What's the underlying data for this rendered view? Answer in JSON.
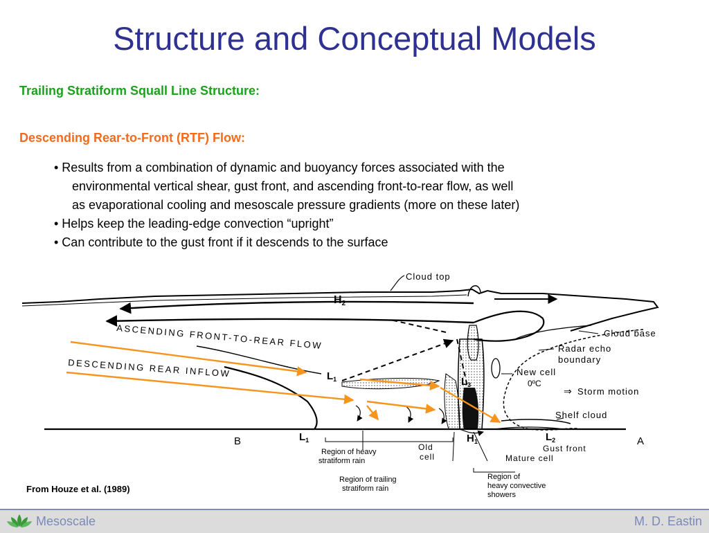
{
  "slide": {
    "title": "Structure and Conceptual Models",
    "subtitle1": "Trailing Stratiform Squall Line Structure:",
    "subtitle2": "Descending Rear-to-Front (RTF) Flow:",
    "bullets": [
      {
        "first": "• Results from a combination of dynamic and buoyancy forces associated with the",
        "cont": [
          "environmental vertical shear, gust front, and ascending front-to-rear flow, as well",
          "as evaporational cooling and mesoscale pressure gradients (more on these later)"
        ]
      },
      {
        "first": "• Helps keep the leading-edge convection “upright”",
        "cont": []
      },
      {
        "first": "• Can contribute to the gust front if it descends to the surface",
        "cont": []
      }
    ]
  },
  "figure": {
    "labels": {
      "cloud_top": "Cloud top",
      "h2": "H",
      "h2_sub": "2",
      "ascending": "ASCENDING FRONT-TO-REAR FLOW",
      "descending": "DESCENDING REAR INFLOW",
      "cloud_base": "Cloud base",
      "radar_echo": "Radar echo",
      "boundary": "boundary",
      "new_cell": "New cell",
      "zero_c": "0ºC",
      "storm_motion": "Storm motion",
      "shelf_cloud": "Shelf cloud",
      "b": "B",
      "a": "A",
      "l": "L",
      "sub1": "1",
      "sub2": "2",
      "sub3": "3",
      "h1": "H",
      "region_heavy_1": "Region of heavy",
      "region_heavy_2": "stratiform rain",
      "old_1": "Old",
      "old_2": "cell",
      "gust_front": "Gust front",
      "mature_cell": "Mature cell",
      "trailing_1": "Region of trailing",
      "trailing_2": "stratiform rain",
      "conv_1": "Region of",
      "conv_2": "heavy convective",
      "conv_3": "showers"
    },
    "caption": "From Houze et al. (1989)",
    "arrow_color": "#f7941d"
  },
  "footer": {
    "left": "Mesoscale",
    "right": "M. D. Eastin"
  }
}
